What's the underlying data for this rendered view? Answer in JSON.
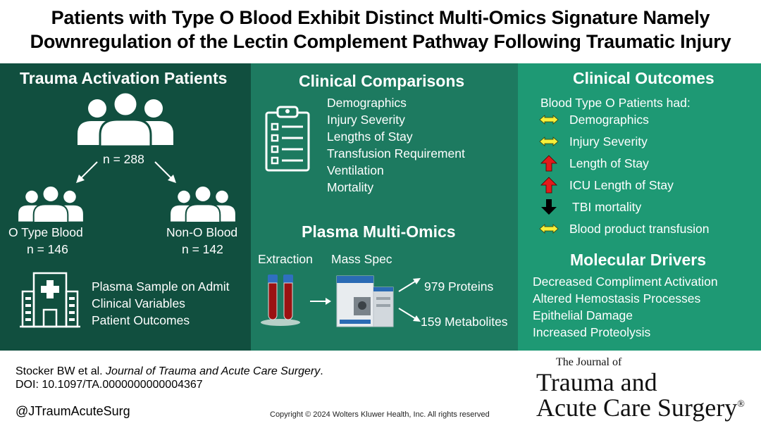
{
  "title": {
    "line1": "Patients with Type O Blood Exhibit Distinct Multi-Omics Signature Namely",
    "line2": "Downregulation of the Lectin Complement Pathway Following Traumatic Injury"
  },
  "trauma": {
    "heading": "Trauma Activation Patients",
    "total": "n = 288",
    "group_o_label": "O Type Blood",
    "group_o_n": "n = 146",
    "group_non_o_label": "Non-O Blood",
    "group_non_o_n": "n = 142",
    "items": [
      "Plasma Sample on Admit",
      "Clinical Variables",
      "Patient Outcomes"
    ]
  },
  "comparisons": {
    "heading": "Clinical Comparisons",
    "items": [
      "Demographics",
      "Injury Severity",
      "Lengths of Stay",
      "Transfusion Requirement",
      "Ventilation",
      "Mortality"
    ]
  },
  "omics": {
    "heading": "Plasma Multi-Omics",
    "extraction": "Extraction",
    "mass_spec": "Mass Spec",
    "proteins": "979 Proteins",
    "metabolites": "159 Metabolites"
  },
  "outcomes": {
    "heading": "Clinical Outcomes",
    "subheading": "Blood Type O Patients had:",
    "items": [
      {
        "label": "Demographics",
        "icon": "both-arrow-icon"
      },
      {
        "label": "Injury Severity",
        "icon": "both-arrow-icon"
      },
      {
        "label": "Length of Stay",
        "icon": "up-arrow-icon"
      },
      {
        "label": "ICU Length of Stay",
        "icon": "up-arrow-icon"
      },
      {
        "label": "TBI mortality",
        "icon": "down-arrow-icon"
      },
      {
        "label": "Blood product transfusion",
        "icon": "both-arrow-icon"
      }
    ]
  },
  "drivers": {
    "heading": "Molecular Drivers",
    "items": [
      "Decreased Compliment Activation",
      "Altered Hemostasis Processes",
      "Epithelial Damage",
      "Increased Proteolysis"
    ]
  },
  "citation": {
    "authors": "Stocker BW et al. ",
    "journal": "Journal of Trauma and Acute Care Surgery",
    "period": ".",
    "doi": "DOI: 10.1097/TA.0000000000004367",
    "handle": "@JTraumAcuteSurg"
  },
  "copyright": "Copyright © 2024  Wolters Kluwer Health, Inc. All rights reserved",
  "journal_logo": {
    "line1": "The Journal of",
    "line2": "Trauma and",
    "line3": "Acute Care Surgery",
    "mark": "®"
  },
  "colors": {
    "panel1": "#114f3f",
    "panel2": "#1d7a60",
    "panel3": "#1e9974",
    "yellow_arrow": "#f5f03a",
    "red_arrow": "#e21b1b",
    "black_arrow": "#000000"
  }
}
